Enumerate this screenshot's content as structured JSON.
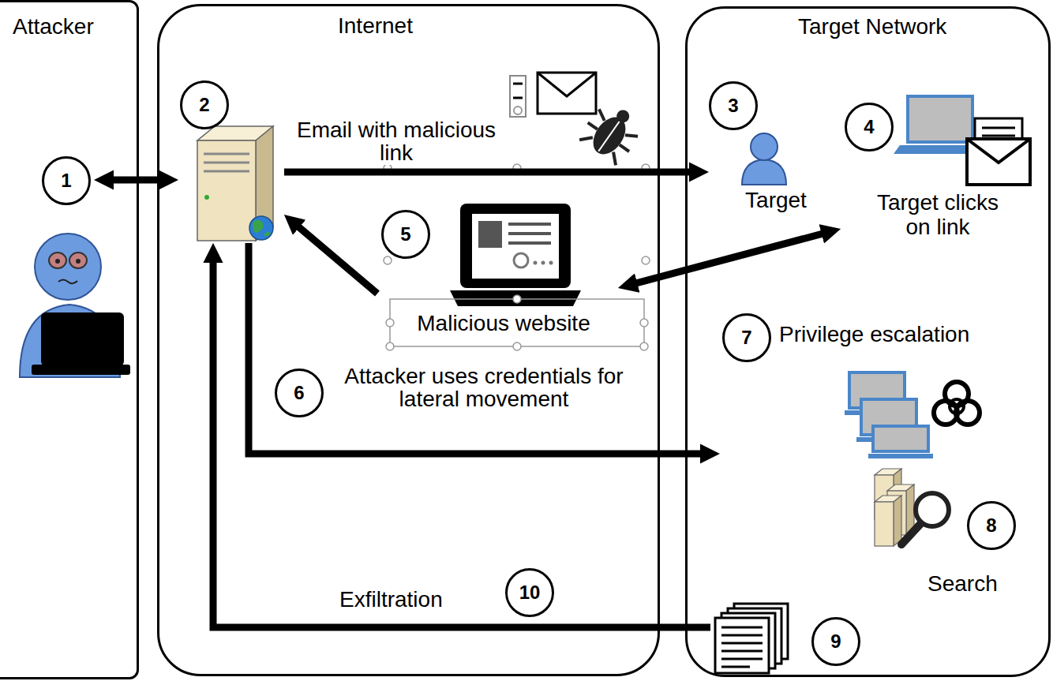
{
  "diagram": {
    "nodes": [
      {
        "text": [
          "Attacker"
        ]
      },
      {
        "text": [
          "Internet"
        ]
      },
      {
        "text": [
          "Target Network"
        ]
      },
      {
        "text": [
          "1"
        ],
        "in": 0
      },
      {
        "text": [
          "2"
        ],
        "in": 1
      },
      {
        "text": [
          "5",
          "Malicious website"
        ],
        "in": 1
      },
      {
        "text": [
          "3",
          "Target"
        ],
        "in": 2
      },
      {
        "text": [
          "4",
          "Target clicks on link"
        ],
        "in": 2
      },
      {
        "text": [
          "7",
          "Privilege escalation"
        ],
        "in": 2
      },
      {
        "text": [
          "8",
          "Search"
        ],
        "in": 2
      },
      {
        "text": [
          "9"
        ],
        "in": 2
      }
    ],
    "edges": [
      {
        "from": 3,
        "to": 4,
        "arrow": "both"
      },
      {
        "from": 4,
        "to": 6,
        "label": "Email with malicious link",
        "arrow": "to"
      },
      {
        "from": 7,
        "to": 5,
        "arrow": "both"
      },
      {
        "from": 5,
        "to": 4,
        "arrow": "to"
      },
      {
        "from": 4,
        "to": 8,
        "label": "Attacker uses credentials for lateral movement",
        "arrow": "to"
      },
      {
        "from": 10,
        "to": 4,
        "label": "Exfiltration",
        "arrow": "to"
      }
    ],
    "labels": [
      "6",
      "10"
    ]
  }
}
